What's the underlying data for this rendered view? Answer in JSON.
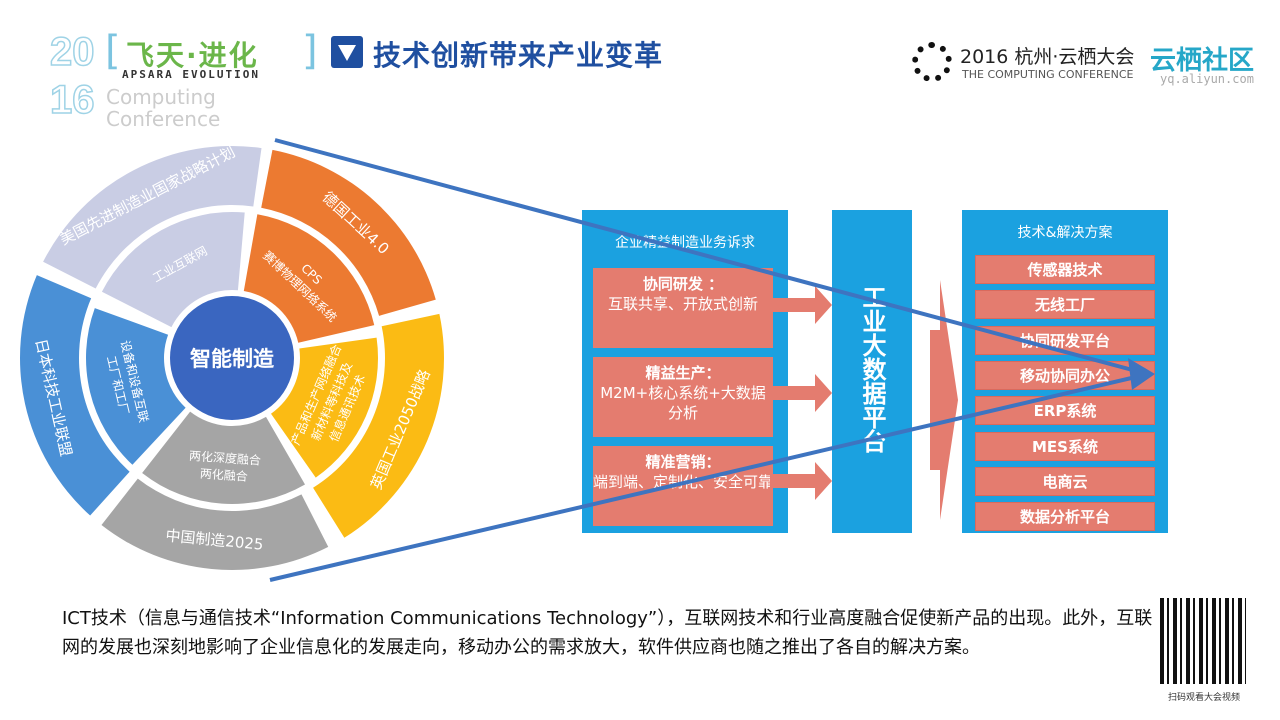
{
  "header": {
    "logo_year_top": "20",
    "logo_year_bottom": "16",
    "logo_cn": "飞天·进化",
    "logo_en": "APSARA EVOLUTION",
    "logo_sub1": "Computing",
    "logo_sub2": "Conference",
    "title": "技术创新带来产业变革",
    "conf_cn": "2016 杭州·云栖大会",
    "conf_en": "THE COMPUTING CONFERENCE",
    "community": "云栖社区",
    "community_url": "yq.aliyun.com"
  },
  "wheel": {
    "center": "智能制造",
    "outer": [
      "美国先进制造业国家战略计划",
      "德国工业4.0",
      "英国工业2050战略",
      "中国制造2025",
      "日本科技工业联盟"
    ],
    "inner": [
      [
        "工业互联网"
      ],
      [
        "赛博物理网络系统",
        "CPS"
      ],
      [
        "信息通讯技术",
        "新材料等科技及",
        "产品和生产网络融合"
      ],
      [
        "两化融合",
        "两化深度融合"
      ],
      [
        "工厂和工厂",
        "设备和设备互联"
      ]
    ],
    "colors": {
      "lavender": "#c9cde4",
      "orange": "#ec7a31",
      "yellow": "#fbbb14",
      "gray": "#a5a5a5",
      "blue": "#4a90d6",
      "center": "#3a66c0"
    }
  },
  "needs": {
    "title": "企业精益制造业务诉求",
    "items": [
      {
        "head": "协同研发 ：",
        "body": "互联共享、开放式创新"
      },
      {
        "head": "精益生产：",
        "body": "M2M+核心系统+大数据分析"
      },
      {
        "head": "精准营销：",
        "body": "端到端、定制化、安全可靠"
      }
    ]
  },
  "platform": {
    "label": "工业大数据平台"
  },
  "solutions": {
    "title": "技术&解决方案",
    "items": [
      "传感器技术",
      "无线工厂",
      "协同研发平台",
      "移动协同办公",
      "ERP系统",
      "MES系统",
      "电商云",
      "数据分析平台"
    ]
  },
  "footer": {
    "text": "ICT技术（信息与通信技术“Information Communications Technology”），互联网技术和行业高度融合促使新产品的出现。此外，互联网的发展也深刻地影响了企业信息化的发展走向，移动办公的需求放大，软件供应商也随之推出了各自的解决方案。",
    "qr_caption": "扫码观看大会视频"
  }
}
